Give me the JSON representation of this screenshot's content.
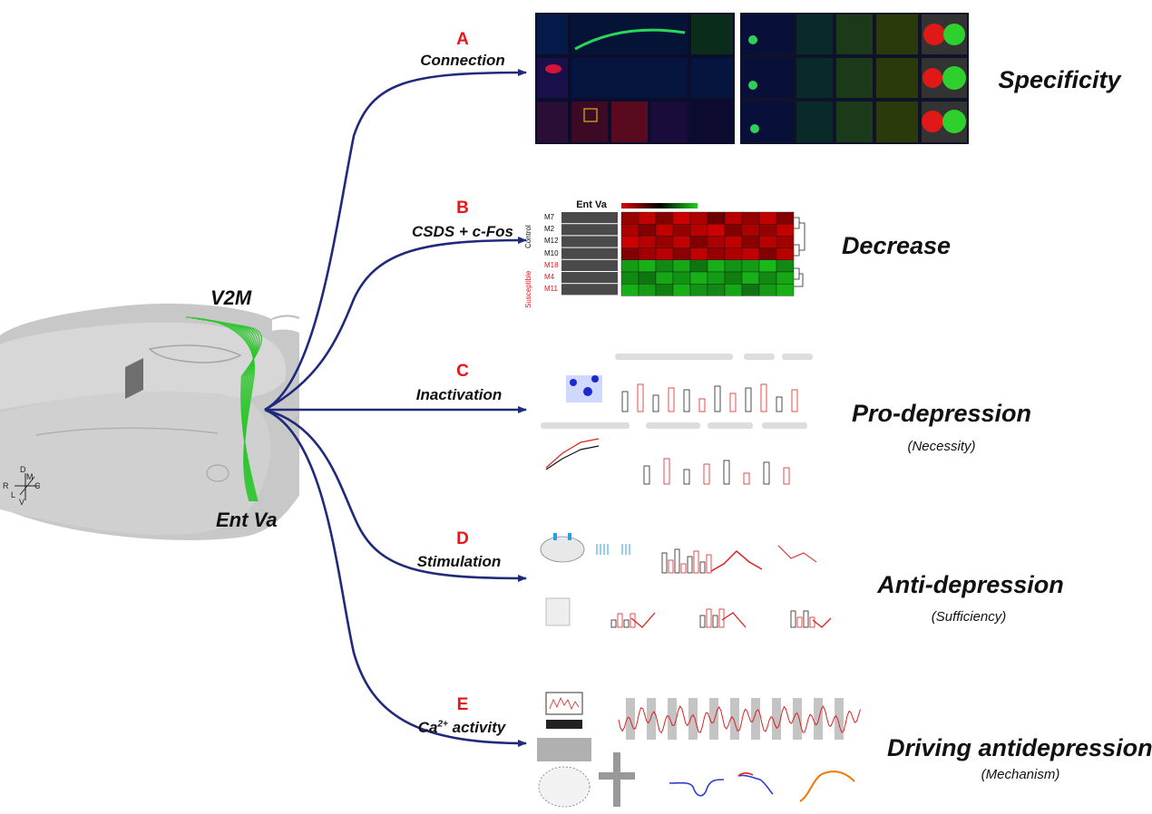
{
  "brain": {
    "labels": {
      "top": "V2M",
      "bottom": "Ent Va"
    },
    "compass": {
      "d": "D",
      "m": "M",
      "r": "R",
      "c": "C",
      "l": "L",
      "v": "V"
    },
    "fiber_color": "#2fc52f",
    "tissue_color": "#c6c6c6"
  },
  "arrow_color": "#1f2a7a",
  "sections": [
    {
      "letter": "A",
      "title": "Connection",
      "result": "Specificity",
      "result_sub": ""
    },
    {
      "letter": "B",
      "title": "CSDS + c-Fos",
      "result": "Decrease",
      "result_sub": ""
    },
    {
      "letter": "C",
      "title": "Inactivation",
      "result": "Pro-depression",
      "result_sub": "(Necessity)"
    },
    {
      "letter": "D",
      "title": "Stimulation",
      "result": "Anti-depression",
      "result_sub": "(Sufficiency)"
    },
    {
      "letter": "E",
      "title_pre": "Ca",
      "title_sup": "2+",
      "title_post": " activity",
      "result": "Driving antidepression",
      "result_sub": "(Mechanism)"
    }
  ],
  "heatmap": {
    "header": "Ent Va",
    "groups": [
      "Control",
      "Susceptible"
    ],
    "rows": [
      "M7",
      "M2",
      "M12",
      "M10",
      "M18",
      "M4",
      "M11"
    ],
    "values": [
      [
        0.7,
        0.9,
        0.6,
        0.95,
        0.8,
        0.5,
        0.85,
        0.7,
        0.9,
        0.6
      ],
      [
        0.8,
        0.6,
        0.9,
        0.7,
        0.85,
        0.95,
        0.6,
        0.8,
        0.7,
        0.9
      ],
      [
        0.95,
        0.85,
        0.7,
        0.9,
        0.6,
        0.8,
        0.9,
        0.65,
        0.85,
        0.75
      ],
      [
        0.6,
        0.75,
        0.85,
        0.65,
        0.9,
        0.7,
        0.8,
        0.9,
        0.6,
        0.85
      ],
      [
        -0.8,
        -0.9,
        -0.7,
        -0.85,
        -0.6,
        -0.9,
        -0.75,
        -0.8,
        -0.95,
        -0.7
      ],
      [
        -0.7,
        -0.6,
        -0.85,
        -0.75,
        -0.9,
        -0.8,
        -0.65,
        -0.9,
        -0.7,
        -0.85
      ],
      [
        -0.9,
        -0.8,
        -0.65,
        -0.9,
        -0.75,
        -0.7,
        -0.85,
        -0.6,
        -0.8,
        -0.9
      ]
    ]
  },
  "colors": {
    "up": "#d80000",
    "down": "#19c419",
    "letter": "#e8151b",
    "trace_red": "#e02020",
    "trace_blue": "#2a3fd0",
    "trace_orange": "#f07800"
  }
}
